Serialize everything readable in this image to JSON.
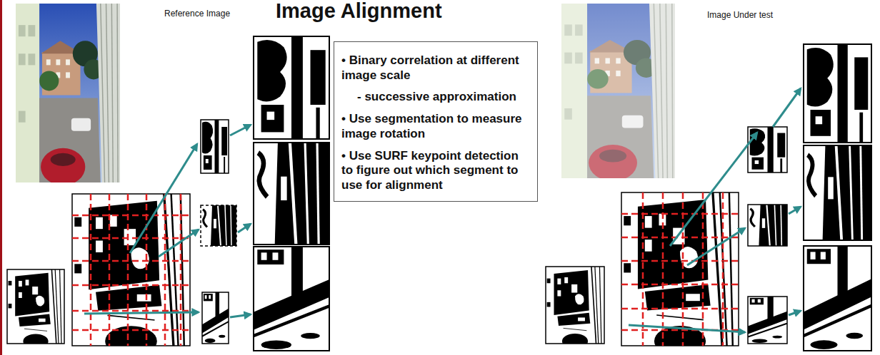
{
  "diagram": {
    "title": "Image Alignment",
    "nodes": [
      {
        "text": [
          "• Binary correlation at different image scale",
          "- successive approximation",
          "• Use segmentation to measure image rotation",
          "• Use SURF keypoint detection to figure out which segment to use for alignment"
        ]
      }
    ],
    "labels": [
      "Reference Image",
      "Image Under test"
    ]
  }
}
